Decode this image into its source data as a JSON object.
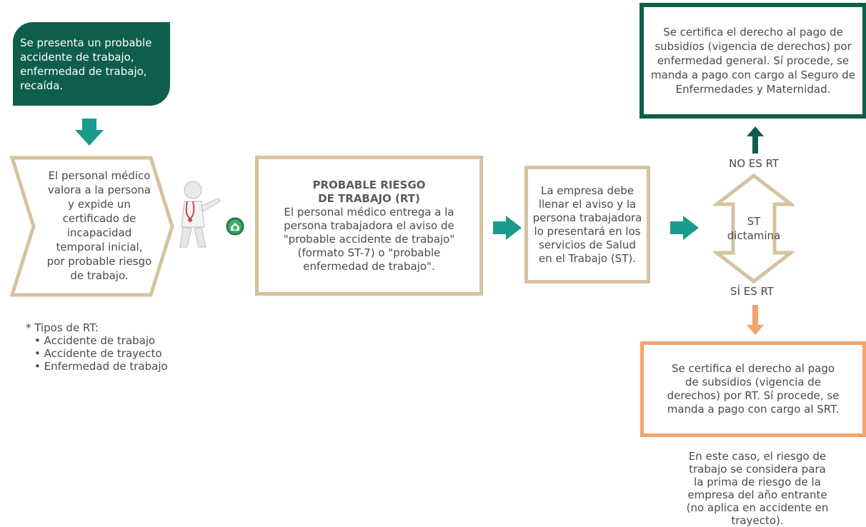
{
  "start_text": "Se presenta un probable accidente de trabajo, enfermedad de trabajo, recaída.",
  "doctor_text": "El personal médico valora a la persona y expide un certificado de incapacidad temporal inicial, por probable riesgo de trabajo.",
  "rt_box": {
    "title_line1": "PROBABLE RIESGO",
    "title_line2": "DE TRABAJO (RT)",
    "body": "El personal médico entrega a la persona trabajadora el aviso de \"probable accidente de trabajo\" (formato ST-7) o \"probable enfermedad de trabajo\"."
  },
  "empresa_text": "La empresa debe llenar el aviso y la persona trabajadora lo presentará en los servicios de Salud en el Trabajo (ST).",
  "st_label_line1": "ST",
  "st_label_line2": "dictamina",
  "no_es_rt": "NO ES RT",
  "si_es_rt": "SÍ ES RT",
  "no_box_text": "Se certifica el derecho al pago de subsidios (vigencia de derechos) por enfermedad general. Sí procede, se manda a pago con cargo al Seguro de Enfermedades y Maternidad.",
  "si_box_text": "Se certifica el derecho al pago de subsidios (vigencia de derechos) por RT. Sí procede, se manda a pago con cargo al SRT.",
  "note_text": "En este caso, el riesgo de trabajo se considera para la prima de riesgo de la empresa del año entrante (no aplica en accidente en trayecto).",
  "types": {
    "heading": "* Tipos de RT:",
    "items": [
      "• Accidente de trabajo",
      "• Accidente de trayecto",
      "• Enfermedad de trabajo"
    ]
  },
  "colors": {
    "dark_green": "#0e5e4b",
    "teal_arrow": "#1a9b8c",
    "tan": "#d6c29e",
    "orange": "#f2a46f"
  }
}
